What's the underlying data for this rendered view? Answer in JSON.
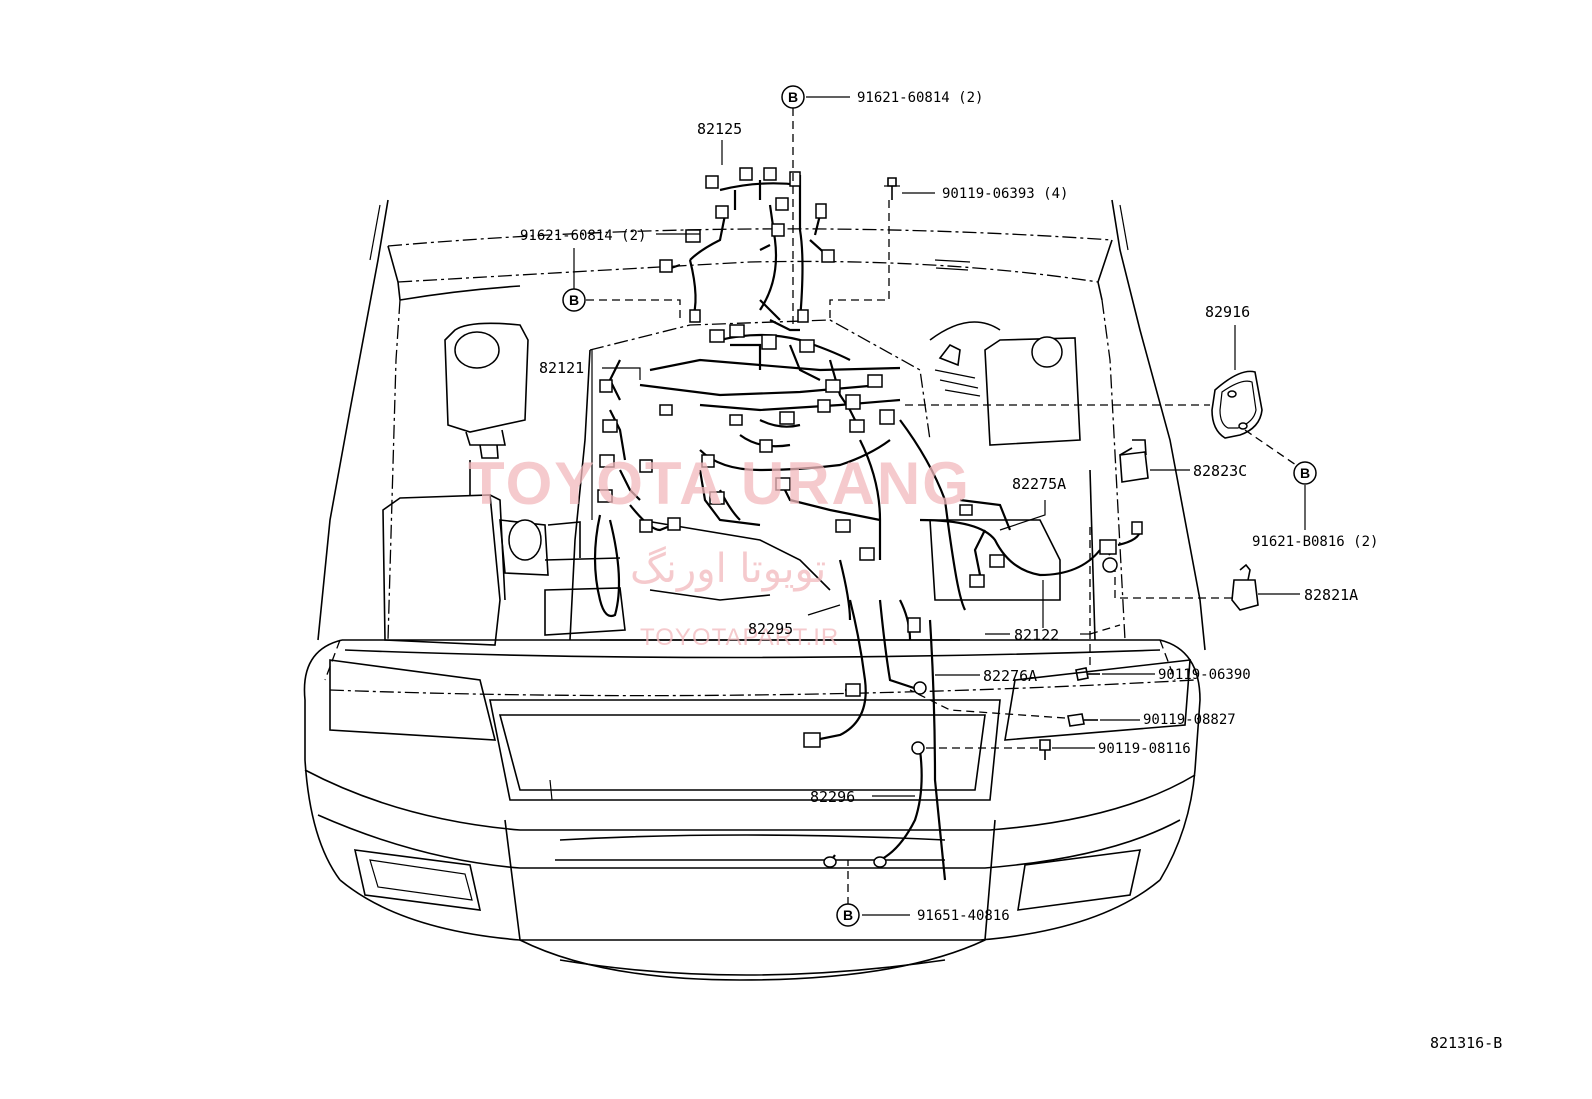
{
  "diagram_id": "821316-B",
  "ref_letter": "B",
  "watermarks": {
    "brand": "TOYOTA URANG",
    "persian": "تویوتا اورنگ",
    "site": "TOYOTAPART.IR"
  },
  "labels": {
    "p82125": "82125",
    "p82121": "82121",
    "p82916": "82916",
    "p82823C": "82823C",
    "p82275A": "82275A",
    "p82821A": "82821A",
    "p82295": "82295",
    "p82122": "82122",
    "p82276A": "82276A",
    "p82296": "82296",
    "b91621_60814_top": "91621-60814 (2)",
    "b91621_60814_left": "91621-60814 (2)",
    "b90119_06393": "90119-06393 (4)",
    "b91621_B0816": "91621-B0816 (2)",
    "b90119_06390": "90119-06390",
    "b90119_08827": "90119-08827",
    "b90119_08116": "90119-08116",
    "b91651_40816": "91651-40816"
  }
}
